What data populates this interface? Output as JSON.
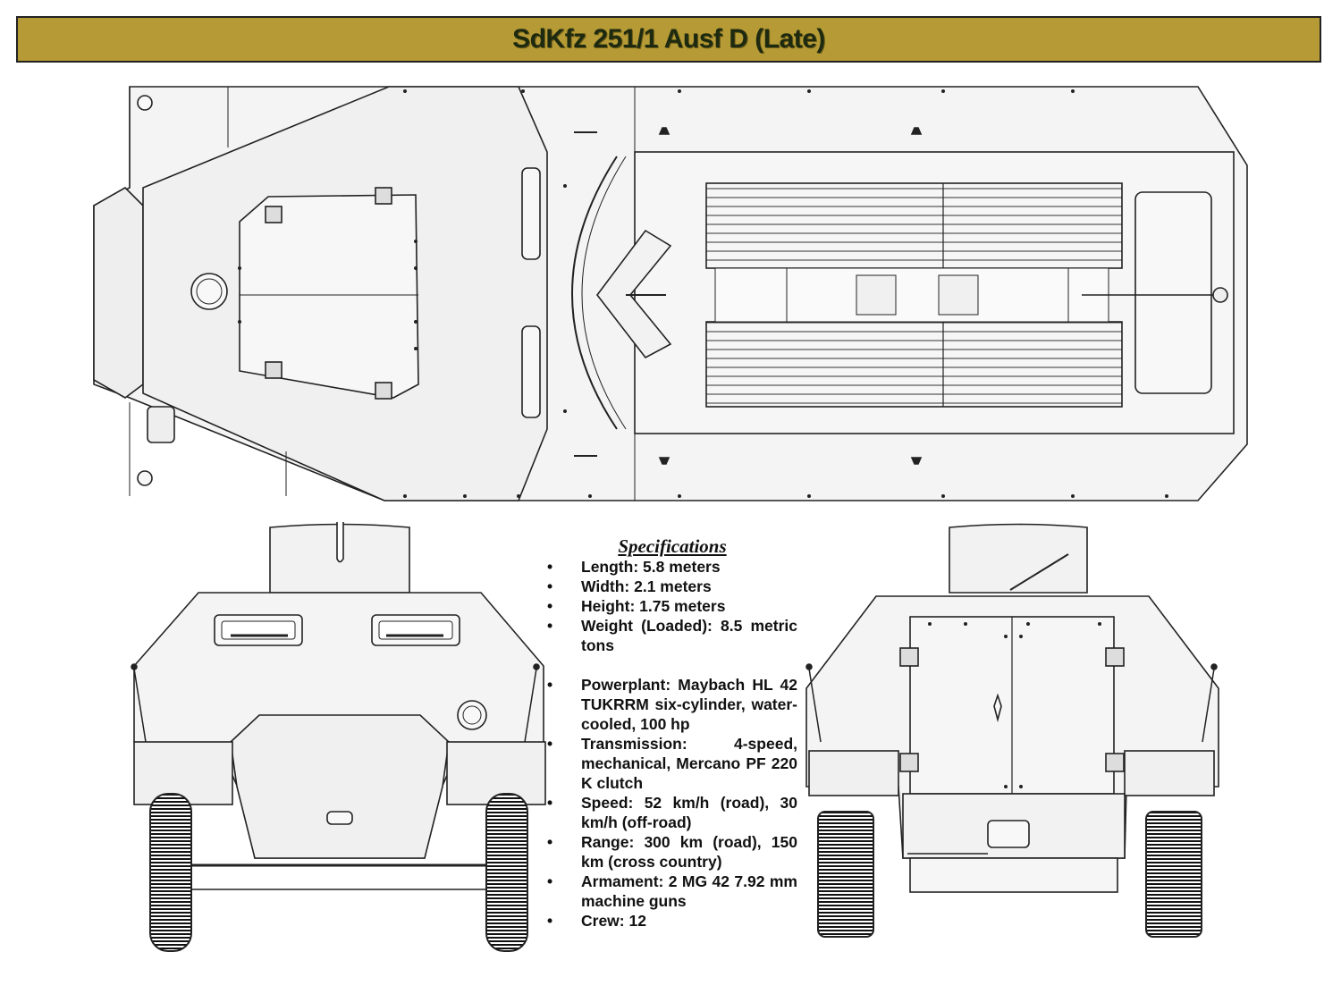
{
  "title": "SdKfz 251/1 Ausf D (Late)",
  "specs": {
    "heading": "Specifications",
    "bullet": "•",
    "items": [
      "Length: 5.8 meters",
      "Width: 2.1 meters",
      "Height: 1.75 meters",
      "Weight (Loaded): 8.5 metric tons",
      "Powerplant: Maybach HL 42 TUKRRM six-cylinder, water-cooled, 100 hp",
      "Transmission: 4-speed, mechanical, Mercano PF 220 K clutch",
      "Speed: 52 km/h (road), 30 km/h (off-road)",
      "Range: 300 km (road), 150 km (cross country)",
      "Armament: 2 MG 42 7.92 mm machine guns",
      "Crew: 12"
    ]
  },
  "colors": {
    "title_bar": "#b59a35",
    "title_text": "#1e2a10",
    "hull_fill": "#f4f4f4",
    "line": "#222222"
  }
}
